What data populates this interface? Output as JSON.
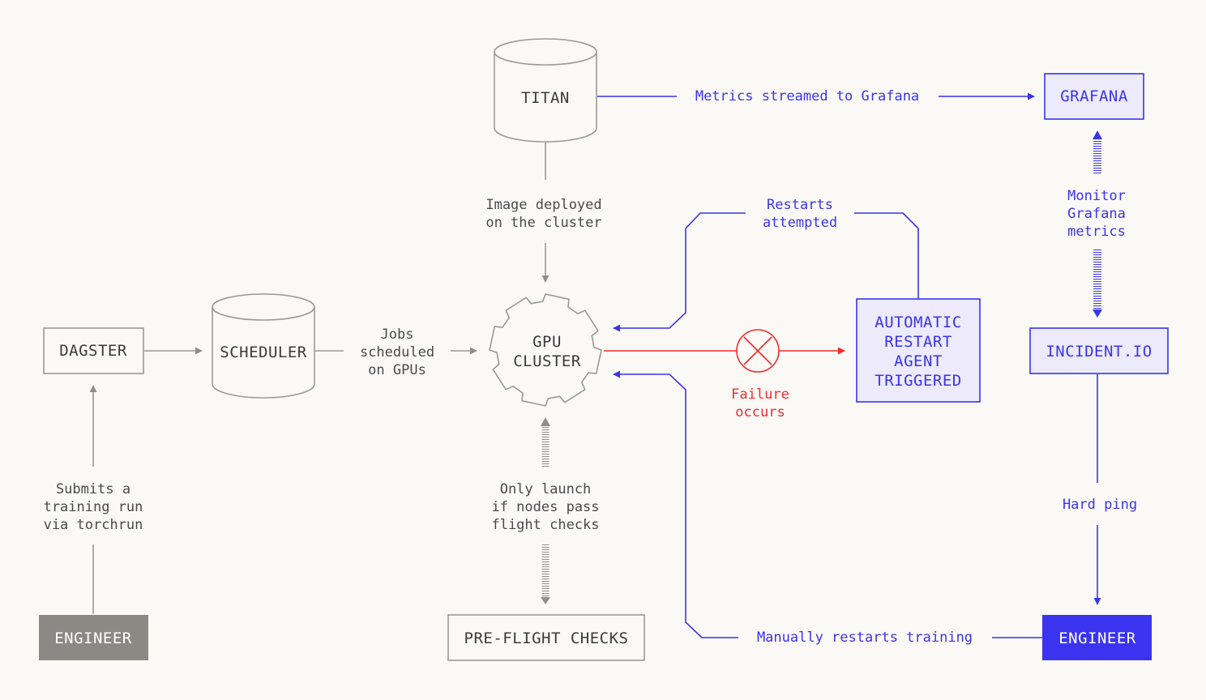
{
  "nodes": {
    "titan": "TITAN",
    "grafana": "GRAFANA",
    "dagster": "DAGSTER",
    "scheduler": "SCHEDULER",
    "gpu_cluster": [
      "GPU",
      "CLUSTER"
    ],
    "restart_agent": [
      "AUTOMATIC",
      "RESTART",
      "AGENT",
      "TRIGGERED"
    ],
    "incident": "INCIDENT.IO",
    "engineer_left": "ENGINEER",
    "preflight": "PRE-FLIGHT CHECKS",
    "engineer_right": "ENGINEER"
  },
  "labels": {
    "metrics_streamed": "Metrics streamed to Grafana",
    "image_deployed": [
      "Image deployed",
      "on the cluster"
    ],
    "restarts_attempted": [
      "Restarts",
      "attempted"
    ],
    "monitor_grafana": [
      "Monitor",
      "Grafana",
      "metrics"
    ],
    "jobs_scheduled": [
      "Jobs",
      "scheduled",
      "on GPUs"
    ],
    "failure_occurs": [
      "Failure",
      "occurs"
    ],
    "submits_run": [
      "Submits a",
      "training run",
      "via torchrun"
    ],
    "only_launch": [
      "Only launch",
      "if nodes pass",
      "flight checks"
    ],
    "hard_ping": "Hard ping",
    "manually_restarts": "Manually restarts training"
  },
  "colors": {
    "background": "#faf9f6",
    "gray": "#9a9994",
    "blue": "#3b34e8",
    "blue_fill": "#eceafb",
    "red": "#ee2b2b",
    "engineer_gray": "#8b8984",
    "engineer_blue": "#3a33f0"
  }
}
